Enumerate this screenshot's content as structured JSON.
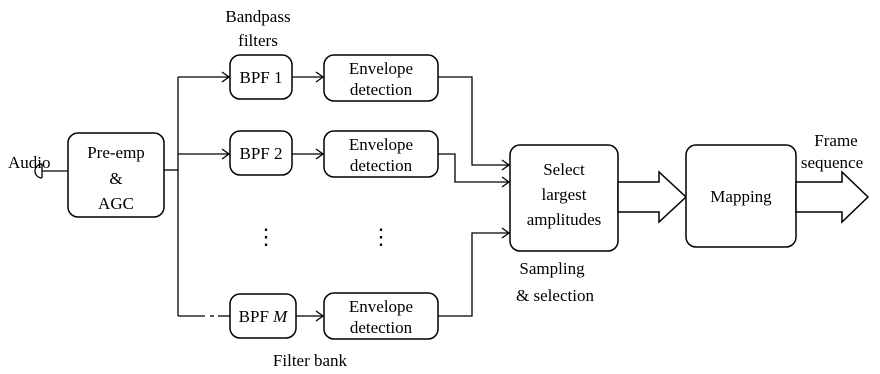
{
  "input": {
    "label": "Audio"
  },
  "preemp": {
    "line1": "Pre-emp",
    "line2": "&",
    "line3": "AGC"
  },
  "bandpass_heading": {
    "line1": "Bandpass",
    "line2": "filters"
  },
  "filters": [
    {
      "name": "BPF 1",
      "env1": "Envelope",
      "env2": "detection"
    },
    {
      "name": "BPF 2",
      "env1": "Envelope",
      "env2": "detection"
    },
    {
      "name_prefix": "BPF ",
      "name_italic": "M",
      "env1": "Envelope",
      "env2": "detection"
    }
  ],
  "ellipsis": "⋮",
  "filter_bank_label": "Filter bank",
  "select": {
    "line1": "Select",
    "line2": "largest",
    "line3": "amplitudes"
  },
  "sampling": {
    "line1": "Sampling",
    "line2": "& selection"
  },
  "mapping": {
    "label": "Mapping"
  },
  "output": {
    "line1": "Frame",
    "line2": "sequence"
  }
}
